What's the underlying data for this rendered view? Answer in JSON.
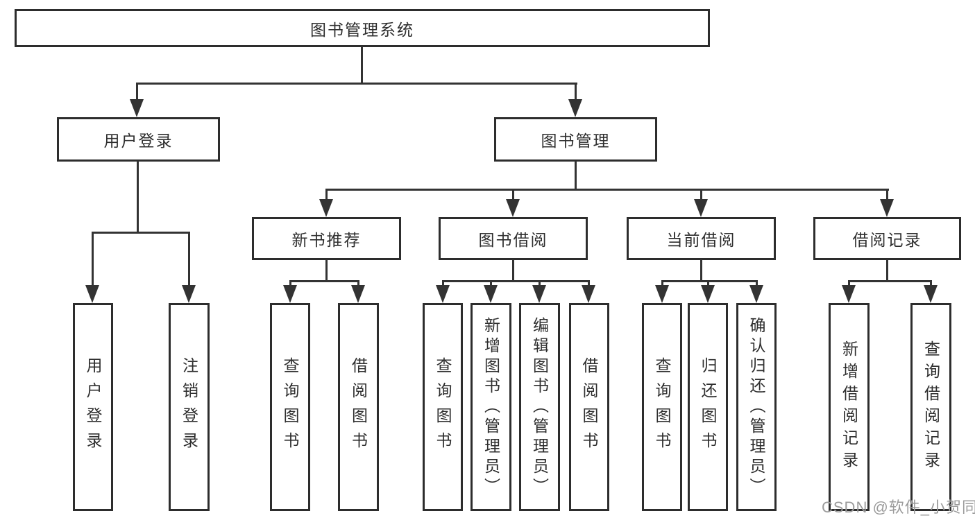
{
  "root": {
    "label": "图书管理系统"
  },
  "user_login": {
    "label": "用户登录",
    "leaves": [
      "用户登录",
      "注销登录"
    ]
  },
  "book_mgmt": {
    "label": "图书管理",
    "children": [
      {
        "label": "新书推荐",
        "leaves": [
          "查询图书",
          "借阅图书"
        ]
      },
      {
        "label": "图书借阅",
        "leaves": [
          "查询图书",
          "新增图书（管理员）",
          "编辑图书（管理员）",
          "借阅图书"
        ]
      },
      {
        "label": "当前借阅",
        "leaves": [
          "查询图书",
          "归还图书",
          "确认归还（管理员）"
        ]
      },
      {
        "label": "借阅记录",
        "leaves": [
          "新增借阅记录",
          "查询借阅记录"
        ]
      }
    ]
  },
  "watermark": "CSDN @软件_小贺同学",
  "colors": {
    "line": "#333333",
    "border": "#2d2d2d",
    "text": "#2e2e2e",
    "watermark_text": "#9b9b9b",
    "background": "#ffffff"
  }
}
